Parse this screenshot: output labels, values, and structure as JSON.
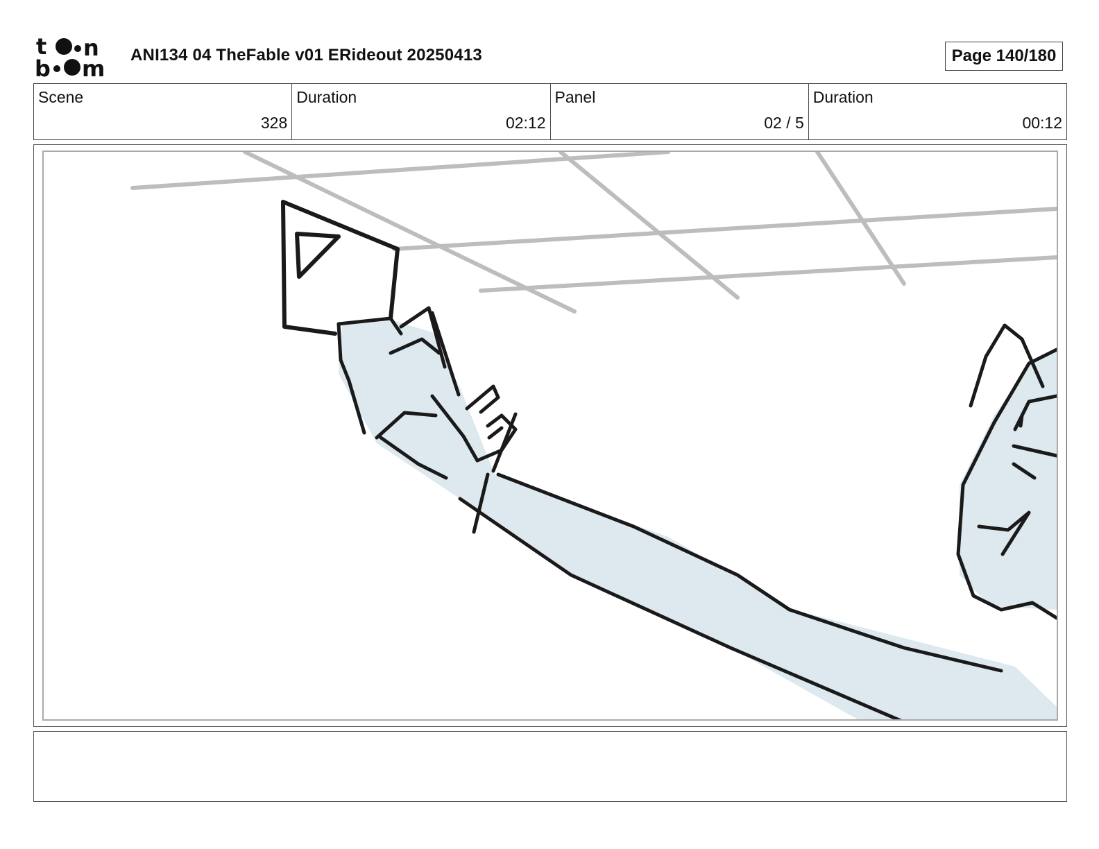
{
  "header": {
    "logo_top": "t•n",
    "logo_bottom": "b•m",
    "title": "ANI134 04 TheFable v01 ERideout 20250413",
    "page_label": "Page 140/180"
  },
  "info": {
    "scene_label": "Scene",
    "scene_value": "328",
    "scene_duration_label": "Duration",
    "scene_duration_value": "02:12",
    "panel_label": "Panel",
    "panel_value": "02 / 5",
    "panel_duration_label": "Duration",
    "panel_duration_value": "00:12"
  },
  "notes": {
    "text": ""
  },
  "colors": {
    "sketch_line": "#1a1a1a",
    "fill_blue": "#dde8ef",
    "ceiling_grid": "#bdbdbd",
    "border": "#444444"
  }
}
